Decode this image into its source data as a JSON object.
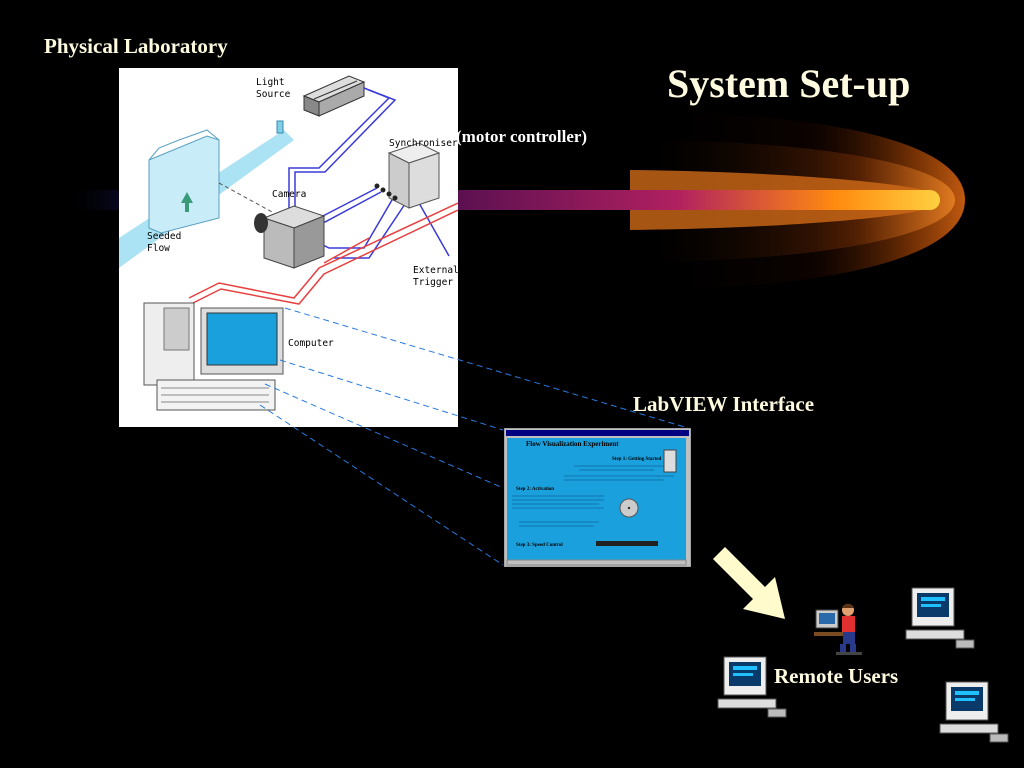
{
  "slide": {
    "title": "System Set-up",
    "physical_lab_title": "Physical Laboratory",
    "motor_controller_label": "(motor controller)",
    "labview_title": "LabVIEW Interface",
    "remote_users_label": "Remote Users"
  },
  "lab_diagram": {
    "light_source_line1": "Light",
    "light_source_line2": "Source",
    "synchroniser": "Synchroniser",
    "camera": "Camera",
    "seeded_line1": "Seeded",
    "seeded_line2": "Flow",
    "external_line1": "External",
    "external_line2": "Trigger",
    "computer": "Computer"
  },
  "labview_window": {
    "heading": "Flow Visualization Experiment",
    "step1": "Step 1: Getting Started",
    "step2": "Step 2: Activation",
    "step3": "Step 3: Speed Control"
  },
  "colors": {
    "title_text": "#fffbe0",
    "background": "#000000",
    "labview_panel": "#1aa0dc",
    "arrow": "#fffbcc",
    "red_cable": "#e84040",
    "blue_cable": "#3a3ad8"
  },
  "icons": [
    "light-source-icon",
    "synchroniser-box-icon",
    "camera-icon",
    "seeded-flow-tank-icon",
    "desktop-computer-icon",
    "down-right-arrow-icon",
    "remote-terminal-icon",
    "person-at-computer-icon"
  ]
}
